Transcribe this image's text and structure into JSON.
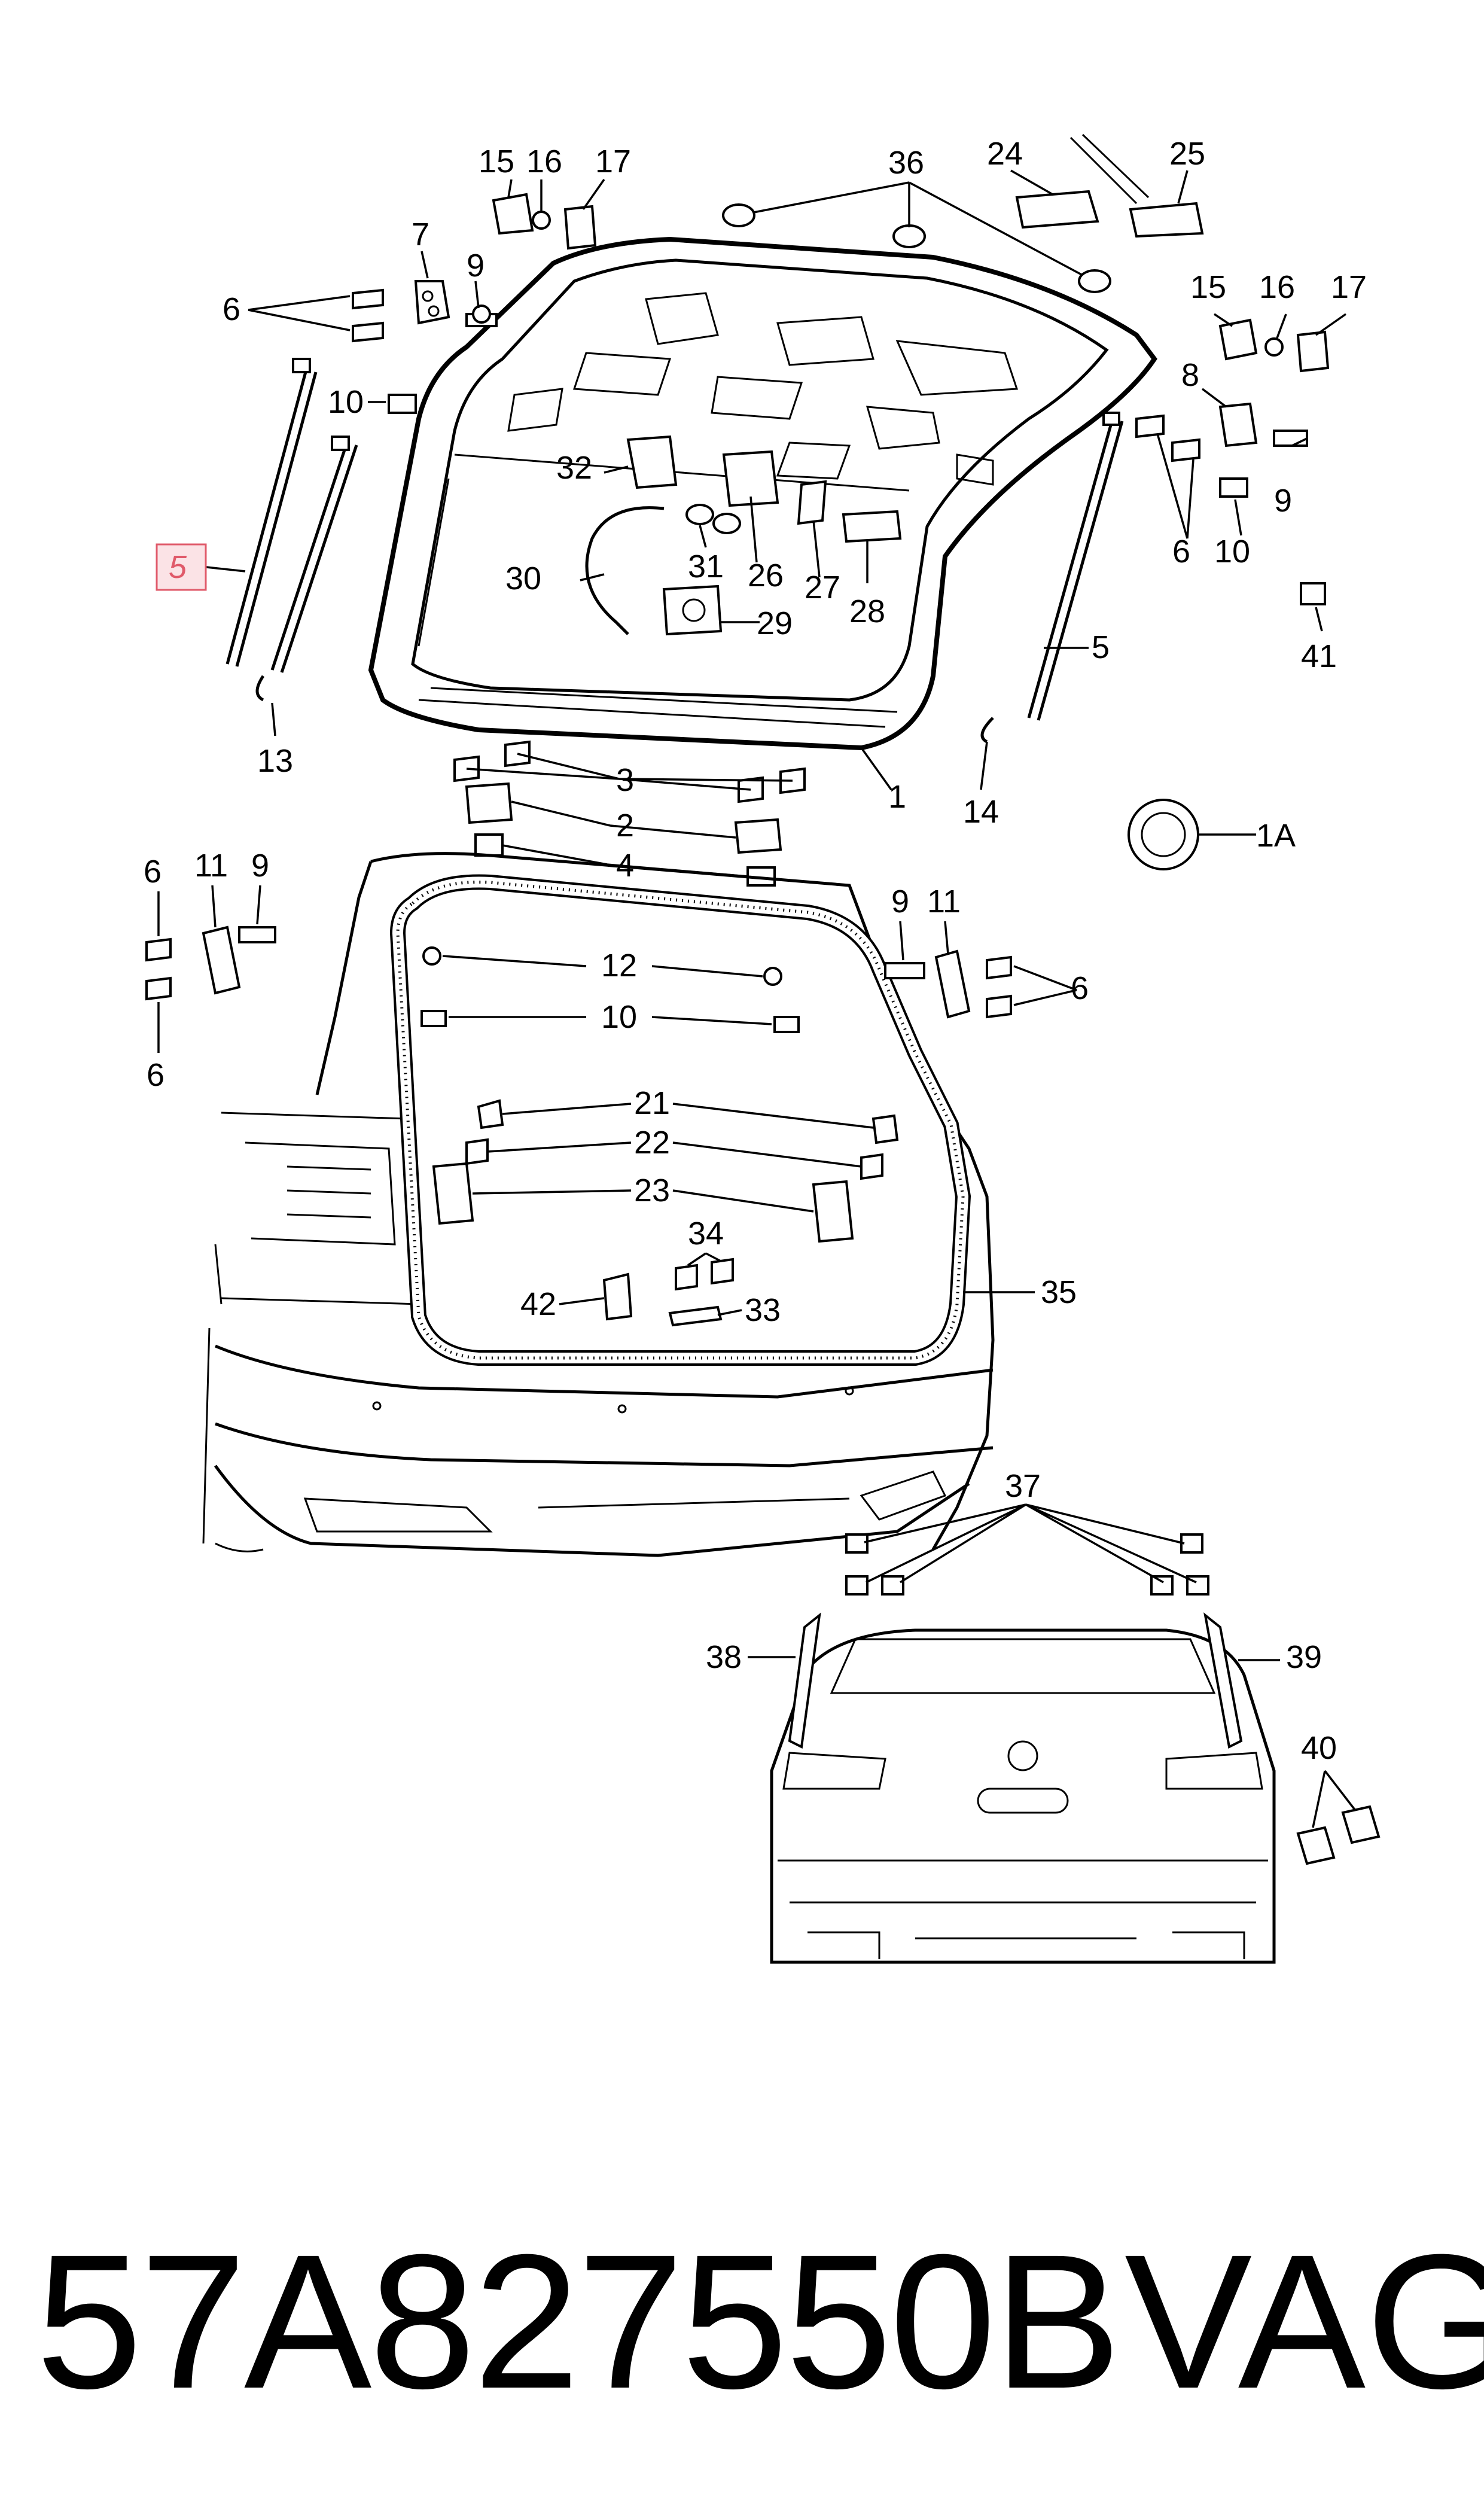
{
  "callouts": [
    {
      "id": "c15a",
      "text": "15"
    },
    {
      "id": "c16a",
      "text": "16"
    },
    {
      "id": "c17a",
      "text": "17"
    },
    {
      "id": "c36",
      "text": "36"
    },
    {
      "id": "c24",
      "text": "24"
    },
    {
      "id": "c25",
      "text": "25"
    },
    {
      "id": "c7",
      "text": "7"
    },
    {
      "id": "c9a",
      "text": "9"
    },
    {
      "id": "c6a",
      "text": "6"
    },
    {
      "id": "c15b",
      "text": "15"
    },
    {
      "id": "c16b",
      "text": "16"
    },
    {
      "id": "c17b",
      "text": "17"
    },
    {
      "id": "c10a",
      "text": "10"
    },
    {
      "id": "c8",
      "text": "8"
    },
    {
      "id": "c32",
      "text": "32"
    },
    {
      "id": "c9b",
      "text": "9"
    },
    {
      "id": "c5a",
      "text": "5"
    },
    {
      "id": "c31",
      "text": "31"
    },
    {
      "id": "c26",
      "text": "26"
    },
    {
      "id": "c27",
      "text": "27"
    },
    {
      "id": "c28",
      "text": "28"
    },
    {
      "id": "c6b",
      "text": "6"
    },
    {
      "id": "c10b",
      "text": "10"
    },
    {
      "id": "c30",
      "text": "30"
    },
    {
      "id": "c29",
      "text": "29"
    },
    {
      "id": "c41",
      "text": "41"
    },
    {
      "id": "c5b",
      "text": "5"
    },
    {
      "id": "c13",
      "text": "13"
    },
    {
      "id": "c3",
      "text": "3"
    },
    {
      "id": "c1",
      "text": "1"
    },
    {
      "id": "c14",
      "text": "14"
    },
    {
      "id": "c2",
      "text": "2"
    },
    {
      "id": "c1A",
      "text": "1A"
    },
    {
      "id": "c4",
      "text": "4"
    },
    {
      "id": "c6c",
      "text": "6"
    },
    {
      "id": "c11a",
      "text": "11"
    },
    {
      "id": "c9c",
      "text": "9"
    },
    {
      "id": "c9d",
      "text": "9"
    },
    {
      "id": "c11b",
      "text": "11"
    },
    {
      "id": "c12",
      "text": "12"
    },
    {
      "id": "c6d",
      "text": "6"
    },
    {
      "id": "c10c",
      "text": "10"
    },
    {
      "id": "c6e",
      "text": "6"
    },
    {
      "id": "c21",
      "text": "21"
    },
    {
      "id": "c22",
      "text": "22"
    },
    {
      "id": "c23",
      "text": "23"
    },
    {
      "id": "c34",
      "text": "34"
    },
    {
      "id": "c42",
      "text": "42"
    },
    {
      "id": "c33",
      "text": "33"
    },
    {
      "id": "c35",
      "text": "35"
    },
    {
      "id": "c37",
      "text": "37"
    },
    {
      "id": "c38",
      "text": "38"
    },
    {
      "id": "c39",
      "text": "39"
    },
    {
      "id": "c40",
      "text": "40"
    }
  ],
  "highlight": {
    "part": "5"
  },
  "footer": {
    "part_number": "57A827550B",
    "brand": "VAG"
  },
  "colors": {
    "line": "#000000",
    "background": "#ffffff",
    "highlight": "#e05a6a",
    "highlight_fill": "#fbe3e6"
  }
}
